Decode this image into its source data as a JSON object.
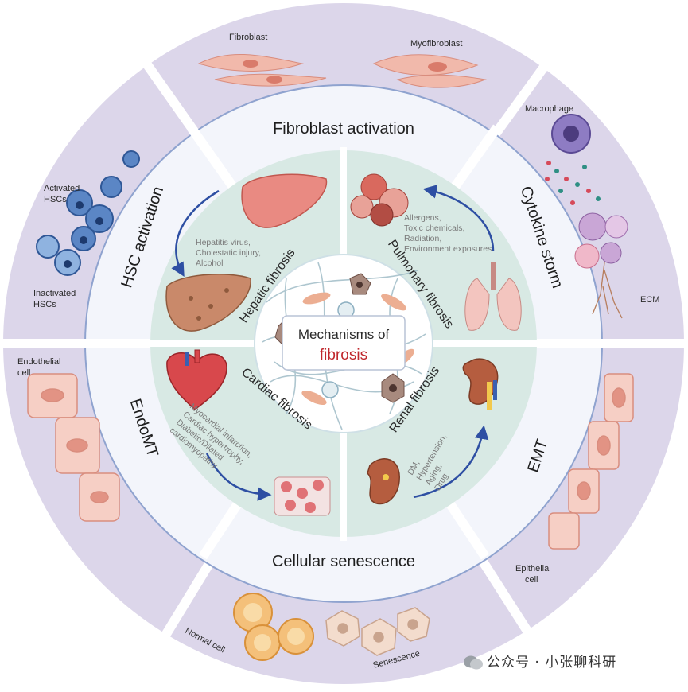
{
  "center": {
    "line1": "Mechanisms of",
    "line2": "fibrosis"
  },
  "outer_labels": {
    "fibroblast": "Fibroblast",
    "myofibroblast": "Myofibroblast",
    "macrophage": "Macrophage",
    "ecm": "ECM",
    "activated_hscs_1": "Activated",
    "activated_hscs_2": "HSCs",
    "inactivated_hscs_1": "Inactivated",
    "inactivated_hscs_2": "HSCs",
    "endothelial_1": "Endothelial",
    "endothelial_2": "cell",
    "epithelial_1": "Epithelial",
    "epithelial_2": "cell",
    "normal_cell": "Normal cell",
    "senescence": "Senescence"
  },
  "bands": {
    "fibroblast_activation": "Fibroblast activation",
    "cytokine_storm": "Cytokine storm",
    "emt": "EMT",
    "cellular_senescence": "Cellular senescence",
    "endomt": "EndoMT",
    "hsc_activation": "HSC activation"
  },
  "quadrants": {
    "hepatic": {
      "title": "Hepatic fibrosis",
      "causes": [
        "Hepatitis virus,",
        "Cholestatic injury,",
        "Alcohol"
      ]
    },
    "pulmonary": {
      "title": "Pulmonary fibrosis",
      "causes": [
        "Allergens,",
        "Toxic chemicals,",
        "Radiation,",
        "Environment exposures"
      ]
    },
    "cardiac": {
      "title": "Cardiac fibrosis",
      "causes": [
        "Myocardial infarction,",
        "Cardiac hypertrophy,",
        "Diabetic/Dilated",
        "cardiomyopathy"
      ]
    },
    "renal": {
      "title": "Renal fibrosis",
      "causes": [
        "DM,",
        "Hypertension,",
        "Aging,",
        "Drug"
      ]
    }
  },
  "watermark": "公众号 · 小张聊科研",
  "colors": {
    "outer_ring": "#dcd6ea",
    "band": "#f3f5fb",
    "band_stroke": "#8fa3cf",
    "quadrant": "#d8e9e4",
    "center": "#ffffff",
    "arrow": "#2e4fa3",
    "accent_red": "#c0282d"
  }
}
